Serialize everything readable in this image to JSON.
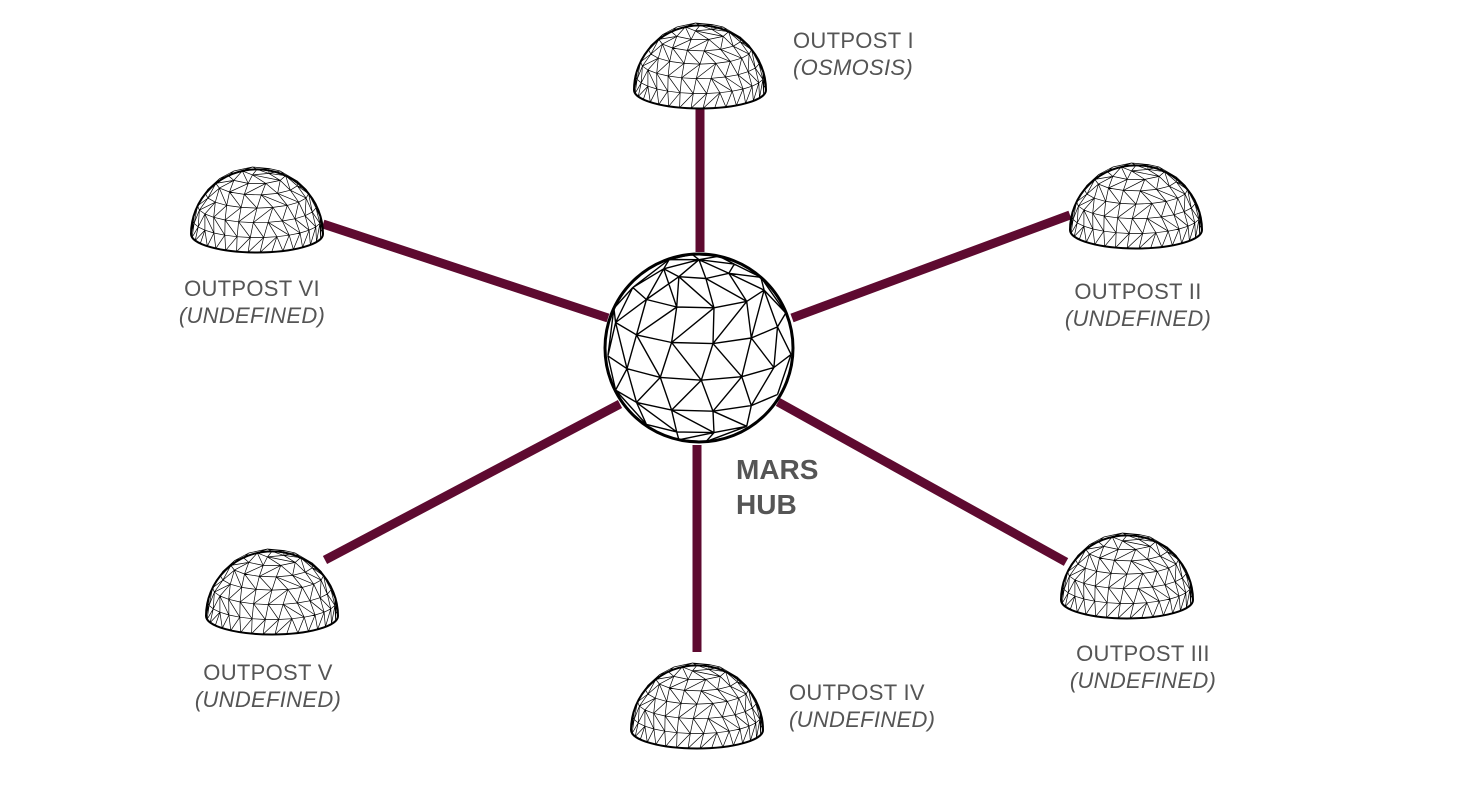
{
  "colors": {
    "connector": "#5e0a30",
    "dome_stroke": "#000000",
    "dome_fill": "#ffffff",
    "label_text": "#555555"
  },
  "hub": {
    "icon": "geodesic-sphere-icon",
    "line1": "MARS",
    "line2": "HUB"
  },
  "outposts": [
    {
      "id": "1",
      "icon": "geodesic-dome-icon",
      "name": "OUTPOST I",
      "status": "(OSMOSIS)"
    },
    {
      "id": "2",
      "icon": "geodesic-dome-icon",
      "name": "OUTPOST II",
      "status": "(UNDEFINED)"
    },
    {
      "id": "3",
      "icon": "geodesic-dome-icon",
      "name": "OUTPOST III",
      "status": "(UNDEFINED)"
    },
    {
      "id": "4",
      "icon": "geodesic-dome-icon",
      "name": "OUTPOST IV",
      "status": "(UNDEFINED)"
    },
    {
      "id": "5",
      "icon": "geodesic-dome-icon",
      "name": "OUTPOST V",
      "status": "(UNDEFINED)"
    },
    {
      "id": "6",
      "icon": "geodesic-dome-icon",
      "name": "OUTPOST VI",
      "status": "(UNDEFINED)"
    }
  ]
}
